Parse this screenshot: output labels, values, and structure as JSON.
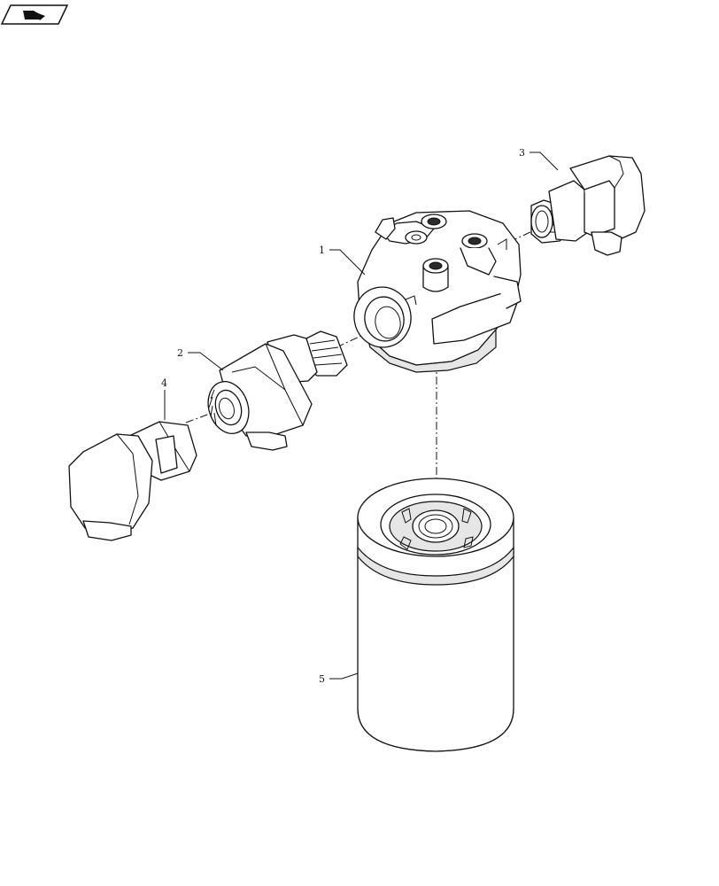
{
  "diagram": {
    "callouts": [
      {
        "id": "1",
        "label": "1"
      },
      {
        "id": "2",
        "label": "2"
      },
      {
        "id": "3",
        "label": "3"
      },
      {
        "id": "4",
        "label": "4"
      },
      {
        "id": "5",
        "label": "5"
      }
    ],
    "icons": {
      "navigation": "page-navigation-icon"
    }
  }
}
